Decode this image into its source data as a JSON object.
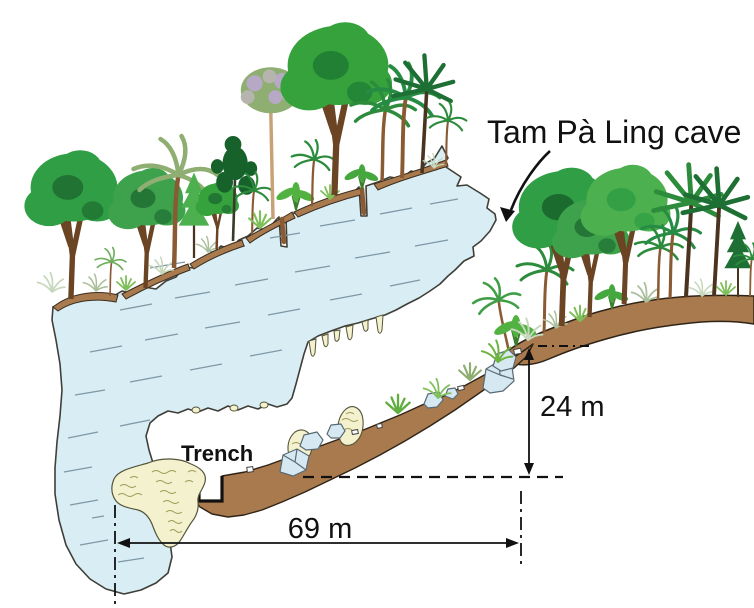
{
  "diagram": {
    "title": "Tam Pà Ling cave",
    "site_labels": {
      "trench": "Trench"
    },
    "measurements": {
      "vertical_drop": "24 m",
      "horizontal_span": "69 m"
    }
  },
  "colors": {
    "limestone": "#d9edf5",
    "limestone_outline": "#3f3f38",
    "soil": "#a87a4e",
    "flowstone": "#f4f1cf",
    "boulder": "#d6e9f2",
    "text": "#111111"
  }
}
